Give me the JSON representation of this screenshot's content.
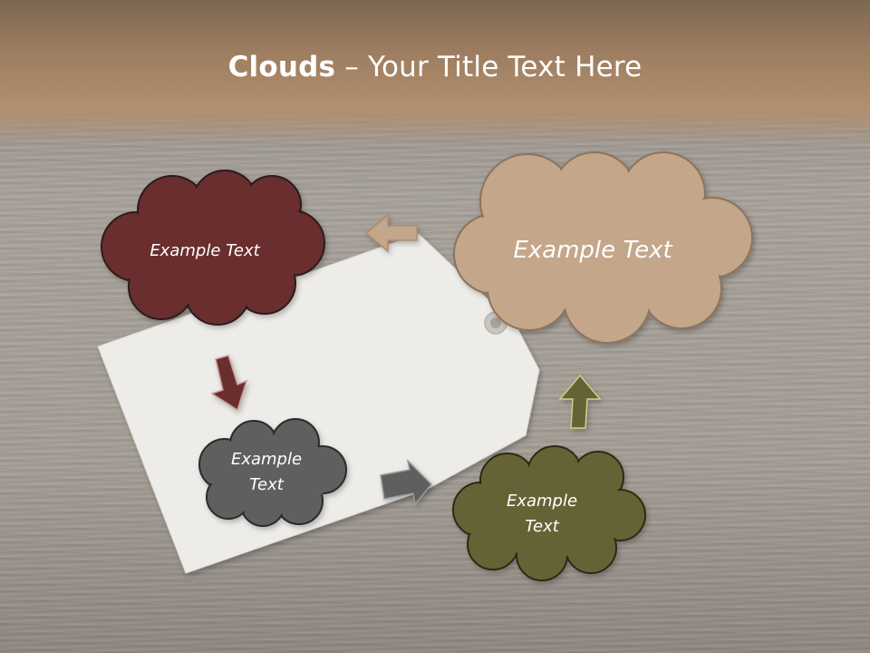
{
  "title": {
    "bold": "Clouds",
    "rest": " – Your Title Text Here"
  },
  "clouds": [
    {
      "line1": "Example Text",
      "line2": ""
    },
    {
      "line1": "Example Text",
      "line2": ""
    },
    {
      "line1": "Example",
      "line2": "Text"
    },
    {
      "line1": "Example",
      "line2": "Text"
    }
  ],
  "colors": {
    "cloud_maroon": "#6b2e2e",
    "cloud_tan": "#c4a68a",
    "cloud_gray": "#5f5f5f",
    "cloud_olive": "#656436",
    "arrow_tan": "#c4a68a",
    "arrow_maroon": "#6b2e2e",
    "arrow_gray": "#5f5f5f",
    "arrow_olive": "#656436"
  },
  "icons": [
    "paper-tag",
    "arrow-left",
    "arrow-down",
    "arrow-right",
    "arrow-up"
  ]
}
